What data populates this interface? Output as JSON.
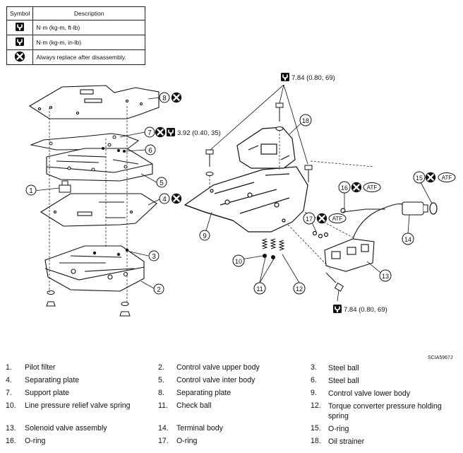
{
  "legend": {
    "headers": [
      "Symbol",
      "Description"
    ],
    "rows": [
      {
        "icon": "torque-wrench-nm-kgm-ftlb-icon",
        "text": "N·m (kg-m, ft-lb)"
      },
      {
        "icon": "torque-wrench-nm-kgm-inlb-icon",
        "text": "N·m (kg-m, in-lb)"
      },
      {
        "icon": "replace-x-icon",
        "text": "Always replace after disassembly."
      }
    ]
  },
  "callouts": {
    "c1": "1",
    "c2": "2",
    "c3": "3",
    "c4": "4",
    "c5": "5",
    "c6": "6",
    "c7": "7",
    "c8": "8",
    "c9": "9",
    "c10": "10",
    "c11": "11",
    "c12": "12",
    "c13": "13",
    "c14": "14",
    "c15": "15",
    "c16": "16",
    "c17": "17",
    "c18": "18"
  },
  "torques": {
    "top": "7.84 (0.80, 69)",
    "left": "3.92 (0.40, 35)",
    "bottom": "7.84 (0.80, 69)"
  },
  "atf_label": "ATF",
  "figure_code": "SCIA5967J",
  "parts": [
    {
      "n": "1.",
      "name": "Pilot filter"
    },
    {
      "n": "2.",
      "name": "Control valve upper body"
    },
    {
      "n": "3.",
      "name": "Steel ball"
    },
    {
      "n": "4.",
      "name": "Separating plate"
    },
    {
      "n": "5.",
      "name": "Control valve inter body"
    },
    {
      "n": "6.",
      "name": "Steel ball"
    },
    {
      "n": "7.",
      "name": "Support plate"
    },
    {
      "n": "8.",
      "name": "Separating plate"
    },
    {
      "n": "9.",
      "name": "Control valve lower body"
    },
    {
      "n": "10.",
      "name": "Line pressure relief valve spring"
    },
    {
      "n": "11.",
      "name": "Check ball"
    },
    {
      "n": "12.",
      "name": "Torque converter pressure holding spring"
    },
    {
      "n": "13.",
      "name": "Solenoid valve assembly"
    },
    {
      "n": "14.",
      "name": "Terminal body"
    },
    {
      "n": "15.",
      "name": "O-ring"
    },
    {
      "n": "16.",
      "name": "O-ring"
    },
    {
      "n": "17.",
      "name": "O-ring"
    },
    {
      "n": "18.",
      "name": "Oil strainer"
    }
  ]
}
